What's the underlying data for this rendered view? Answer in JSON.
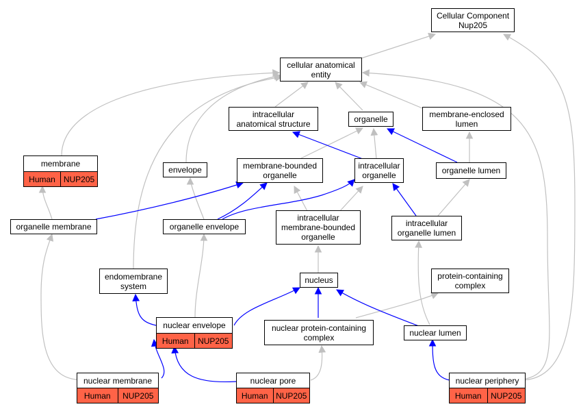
{
  "colors": {
    "is_a": "#c0c0c0",
    "part_of": "#0000ff",
    "annotation": "#ff6347"
  },
  "nodes": {
    "cc": "Cellular Component\nNup205",
    "cae": "cellular anatomical\nentity",
    "ias": "intracellular\nanatomical structure",
    "organelle": "organelle",
    "mel": "membrane-enclosed\nlumen",
    "membrane": "membrane",
    "envelope": "envelope",
    "mbo": "membrane-bounded\norganelle",
    "io": "intracellular\norganelle",
    "ol": "organelle lumen",
    "om": "organelle membrane",
    "oe": "organelle envelope",
    "imbo": "intracellular\nmembrane-bounded\norganelle",
    "iol": "intracellular\norganelle lumen",
    "es": "endomembrane\nsystem",
    "nucleus": "nucleus",
    "pcc": "protein-containing\ncomplex",
    "ne": "nuclear envelope",
    "npcc": "nuclear protein-containing\ncomplex",
    "nl": "nuclear lumen",
    "nm": "nuclear membrane",
    "np": "nuclear pore",
    "nper": "nuclear periphery"
  },
  "annotation": {
    "species": "Human",
    "gene": "NUP205"
  }
}
